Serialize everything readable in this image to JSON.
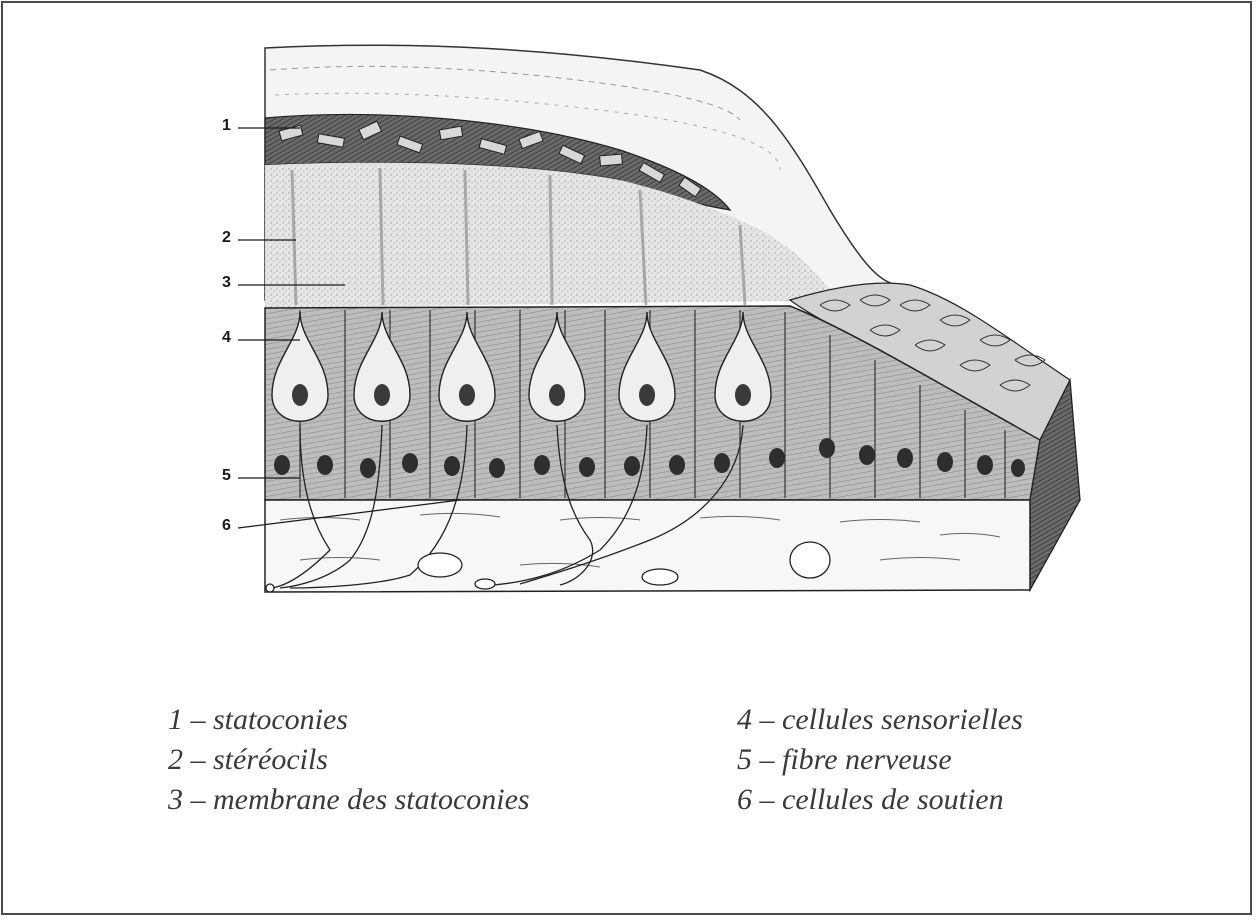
{
  "figure": {
    "markers": [
      "1",
      "2",
      "3",
      "4",
      "5",
      "6"
    ]
  },
  "legend": {
    "left": [
      "1 – statoconies",
      "2 – stéréocils",
      "3 – membrane des statoconies"
    ],
    "right": [
      "4 – cellules sensorielles",
      "5 – fibre nerveuse",
      "6 – cellules de soutien"
    ]
  }
}
